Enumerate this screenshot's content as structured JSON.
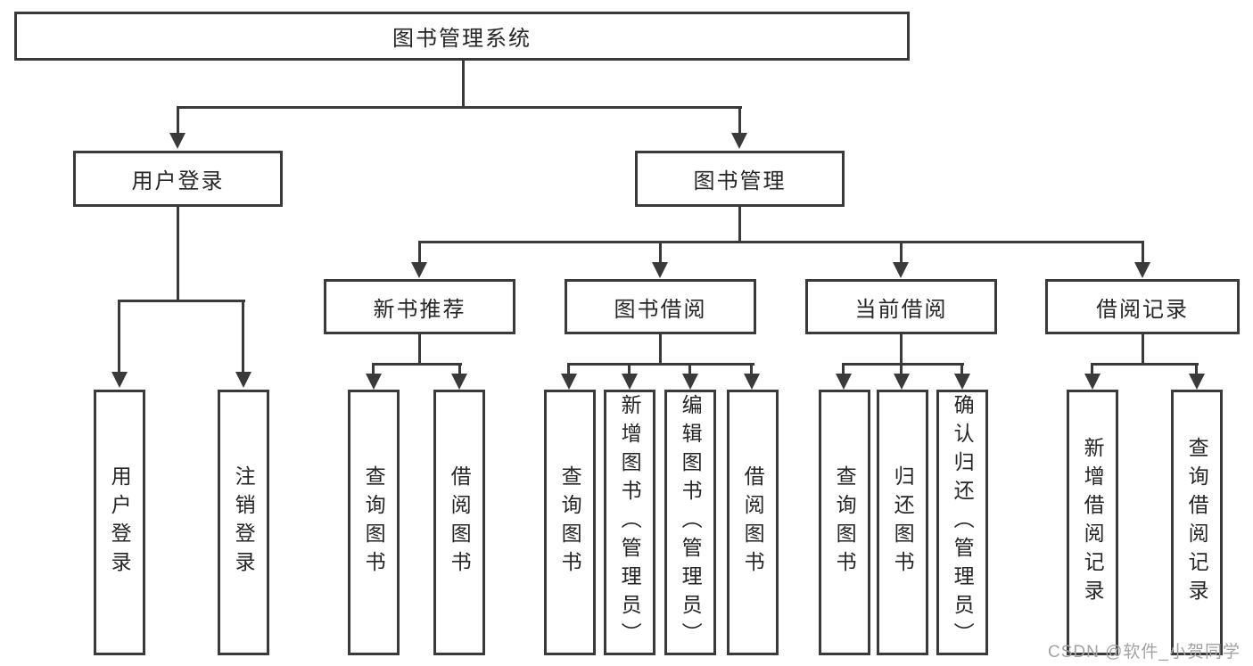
{
  "diagram": {
    "root": {
      "label": "图书管理系统",
      "children": [
        {
          "label": "用户登录",
          "children": [
            {
              "label": "用户登录"
            },
            {
              "label": "注销登录"
            }
          ]
        },
        {
          "label": "图书管理",
          "children": [
            {
              "label": "新书推荐",
              "children": [
                {
                  "label": "查询图书"
                },
                {
                  "label": "借阅图书"
                }
              ]
            },
            {
              "label": "图书借阅",
              "children": [
                {
                  "label": "查询图书"
                },
                {
                  "label": "新增图书（管理员）"
                },
                {
                  "label": "编辑图书（管理员）"
                },
                {
                  "label": "借阅图书"
                }
              ]
            },
            {
              "label": "当前借阅",
              "children": [
                {
                  "label": "查询图书"
                },
                {
                  "label": "归还图书"
                },
                {
                  "label": "确认归还（管理员）"
                }
              ]
            },
            {
              "label": "借阅记录",
              "children": [
                {
                  "label": "新增借阅记录"
                },
                {
                  "label": "查询借阅记录"
                }
              ]
            }
          ]
        }
      ]
    }
  },
  "watermark": {
    "text": "CSDN @软件_小贺同学"
  },
  "colors": {
    "line": "#3a3a3a",
    "text": "#262626",
    "background": "#ffffff",
    "watermark": "#a3a3a3"
  }
}
